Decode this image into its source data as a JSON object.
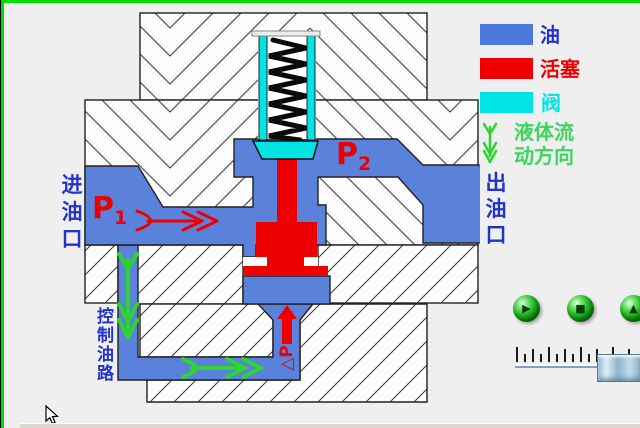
{
  "legend": {
    "oil": {
      "label": "油",
      "color": "#4d78dc"
    },
    "piston": {
      "label": "活塞",
      "color": "#ee0000"
    },
    "valve": {
      "label": "阀",
      "color": "#00e4e6"
    },
    "flow": {
      "label_line1": "液体流",
      "label_line2": "动方向",
      "arrow_color": "#2ed52e"
    }
  },
  "diagram": {
    "inlet_label": "进油口",
    "outlet_label": "出油口",
    "control_path_label": "控制油路",
    "pressure_inlet": {
      "symbol": "P",
      "subscript": "1"
    },
    "pressure_outlet": {
      "symbol": "P",
      "subscript": "2"
    },
    "pressure_drop_label": "△P",
    "oil_color": "#5b82da",
    "piston_color": "#ee0000",
    "valve_color": "#00e4e6",
    "flow_arrow_color": "#2ed52e"
  },
  "controls": {
    "buttons": [
      {
        "icon": "play",
        "glyph": "▶"
      },
      {
        "icon": "stop",
        "glyph": "■"
      },
      {
        "icon": "up",
        "glyph": "▲"
      }
    ]
  }
}
